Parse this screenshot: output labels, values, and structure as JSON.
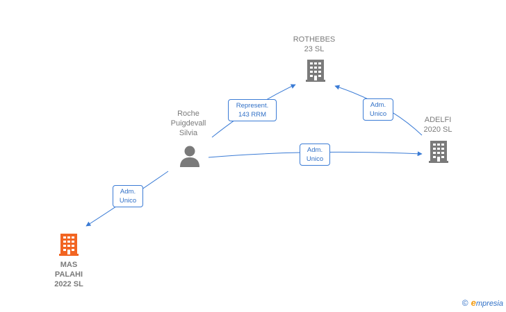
{
  "nodes": {
    "rothebes": {
      "line1": "ROTHEBES",
      "line2": "23  SL"
    },
    "adelfi": {
      "line1": "ADELFI",
      "line2": "2020  SL"
    },
    "person": {
      "line1": "Roche",
      "line2": "Puigdevall",
      "line3": "Silvia"
    },
    "mas_palahi": {
      "line1": "MAS",
      "line2": "PALAHI",
      "line3": "2022  SL"
    }
  },
  "edges": {
    "represent": {
      "line1": "Represent.",
      "line2": "143 RRM"
    },
    "adm_rothebes": {
      "line1": "Adm.",
      "line2": "Unico"
    },
    "adm_adelfi": {
      "line1": "Adm.",
      "line2": "Unico"
    },
    "adm_mas": {
      "line1": "Adm.",
      "line2": "Unico"
    }
  },
  "colors": {
    "edge": "#3a7bd5",
    "building": "#7a7a7a",
    "highlight": "#f26522"
  },
  "footer": {
    "copyright": "©",
    "brand_initial": "e",
    "brand_rest": "mpresia"
  }
}
